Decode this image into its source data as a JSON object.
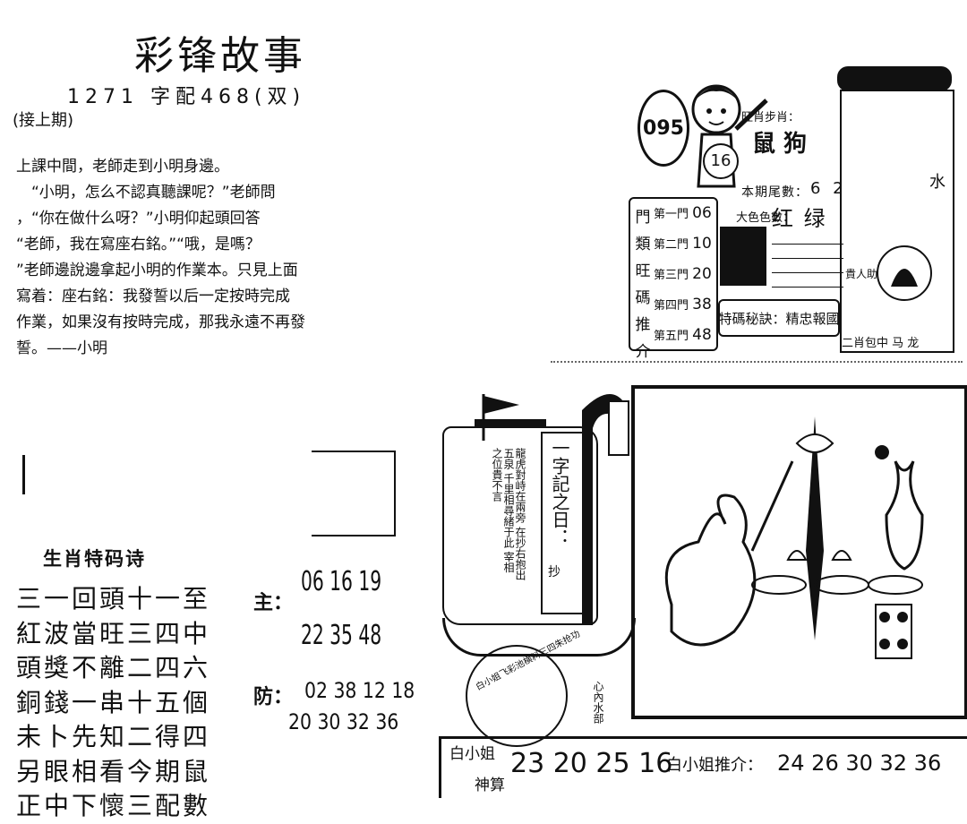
{
  "header": {
    "title": "彩锋故事",
    "issue_line": "1271 字配468(双)",
    "continued": "(接上期)"
  },
  "story": {
    "lines": [
      "上課中間，老師走到小明身邊。",
      "　“小明，怎么不認真聽課呢？”老師問",
      "，“你在做什么呀？”小明仰起頭回答",
      "“老師，我在寫座右銘。”“哦，是嗎？",
      "”老師邊說邊拿起小明的作業本。只見上面",
      "寫着：座右銘：我發誓以后一定按時完成",
      "作業，如果沒有按時完成，那我永遠不再發",
      "誓。——小明"
    ]
  },
  "poem": {
    "heading": "生肖特码诗",
    "lines": [
      "三一回頭十一至",
      "紅波當旺三四中",
      "頭獎不離二四六",
      "銅錢一串十五個",
      "未卜先知二得四",
      "另眼相看今期鼠",
      "正中下懷三配數"
    ]
  },
  "picks": {
    "main_label": "主：",
    "main_row1": "06 16 19",
    "main_row2": "22 35 48",
    "guard_label": "防：",
    "guard_row1": "02 38 12 18",
    "guard_row2": "20 30 32 36"
  },
  "top_panel": {
    "logo_number": "095",
    "ball_number": "16",
    "tm_label": "旺肖步肖：",
    "tm_animal": "鼠 狗",
    "shadow_label": "本期尾數：",
    "shadow_value": "6 2",
    "color_label": "大色色數：",
    "color_value": "红 绿",
    "doors_vertical": [
      "門",
      "類",
      "旺",
      "碼",
      "推",
      "介"
    ],
    "doors": [
      {
        "label": "第一門",
        "value": "06"
      },
      {
        "label": "第二門",
        "value": "10"
      },
      {
        "label": "第三門",
        "value": "20"
      },
      {
        "label": "第四門",
        "value": "38"
      },
      {
        "label": "第五門",
        "value": "48"
      }
    ],
    "motto": "特碼秘訣：精忠報國",
    "right_text": "貴人助",
    "right_water": "水",
    "foot": "二肖包中 马 龙"
  },
  "ship": {
    "card_title": "一字記之日：",
    "card_poem": "龍虎對峙在兩旁 在抄右抱出五泉 千里相尋緒于此 宰相之位貴不言",
    "card_sign": "抄",
    "sail_caption": "白小姐飞彩池横料三四朱抢功",
    "heart_label": "心內水部"
  },
  "bottom": {
    "label1": "白小姐",
    "label2": "神算",
    "numbers": "23 20 25 16",
    "rec_label": "白小姐推介：",
    "rec_numbers": "24 26 30 32 36"
  }
}
